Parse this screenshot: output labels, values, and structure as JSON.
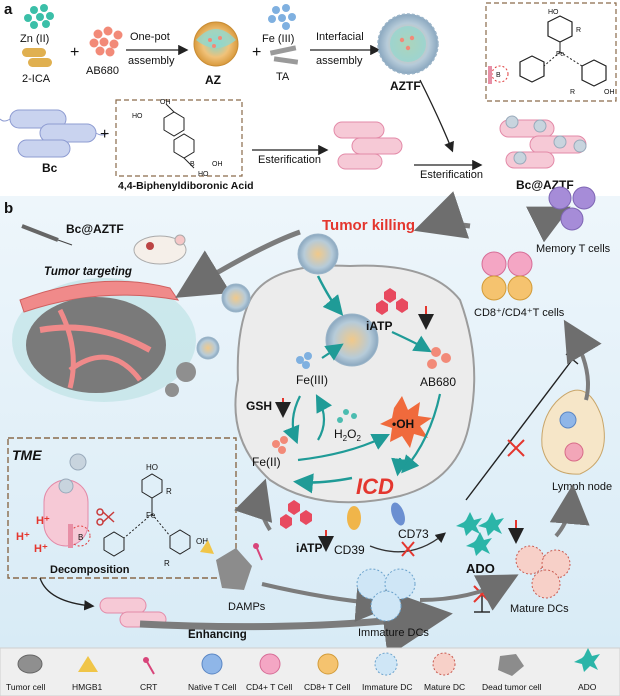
{
  "panel_a": {
    "label": "a",
    "zn": "Zn (II)",
    "ica": "2-ICA",
    "plus1": "+",
    "ab680": "AB680",
    "step1": "One-pot",
    "step1b": "assembly",
    "az": "AZ",
    "plus2": "+",
    "fe": "Fe (III)",
    "ta": "TA",
    "step2": "Interfacial",
    "step2b": "assembly",
    "aztf": "AZTF",
    "bc": "Bc",
    "plus3": "+",
    "bba": "4,4-Biphenyldiboronic Acid",
    "ester1": "Esterification",
    "ester2": "Esterification",
    "bcaztf": "Bc@AZTF",
    "chem": {
      "oh": "OH",
      "ho": "HO",
      "r": "R",
      "fe": "Fe",
      "b": "B",
      "o": "O"
    }
  },
  "panel_b": {
    "label": "b",
    "bcaztf": "Bc@AZTF",
    "targeting": "Tumor targeting",
    "killing": "Tumor killing",
    "memory": "Memory T cells",
    "cd8cd4": "CD8⁺/CD4⁺T cells",
    "iatp1": "iATP",
    "fe3": "Fe(III)",
    "gsh": "GSH",
    "fe2": "Fe(II)",
    "ab680": "AB680",
    "h2o2_main": "H",
    "h2o2_sub1": "2",
    "h2o2_o": "O",
    "h2o2_sub2": "2",
    "oh": "•OH",
    "icd": "ICD",
    "tme": "TME",
    "hplus1": "H⁺",
    "hplus2": "H⁺",
    "hplus3": "H⁺",
    "decomp": "Decomposition",
    "iatp2": "iATP",
    "cd39": "CD39",
    "cd73": "CD73",
    "ado": "ADO",
    "damps": "DAMPs",
    "enhancing": "Enhancing",
    "immature": "Immature DCs",
    "mature": "Mature DCs",
    "lymph": "Lymph node"
  },
  "legend": [
    "Tumor cell",
    "HMGB1",
    "CRT",
    "Native T Cell",
    "CD4+ T Cell",
    "CD8+ T Cell",
    "Immature DC",
    "Mature DC",
    "Dead tumor cell",
    "ADO"
  ]
}
